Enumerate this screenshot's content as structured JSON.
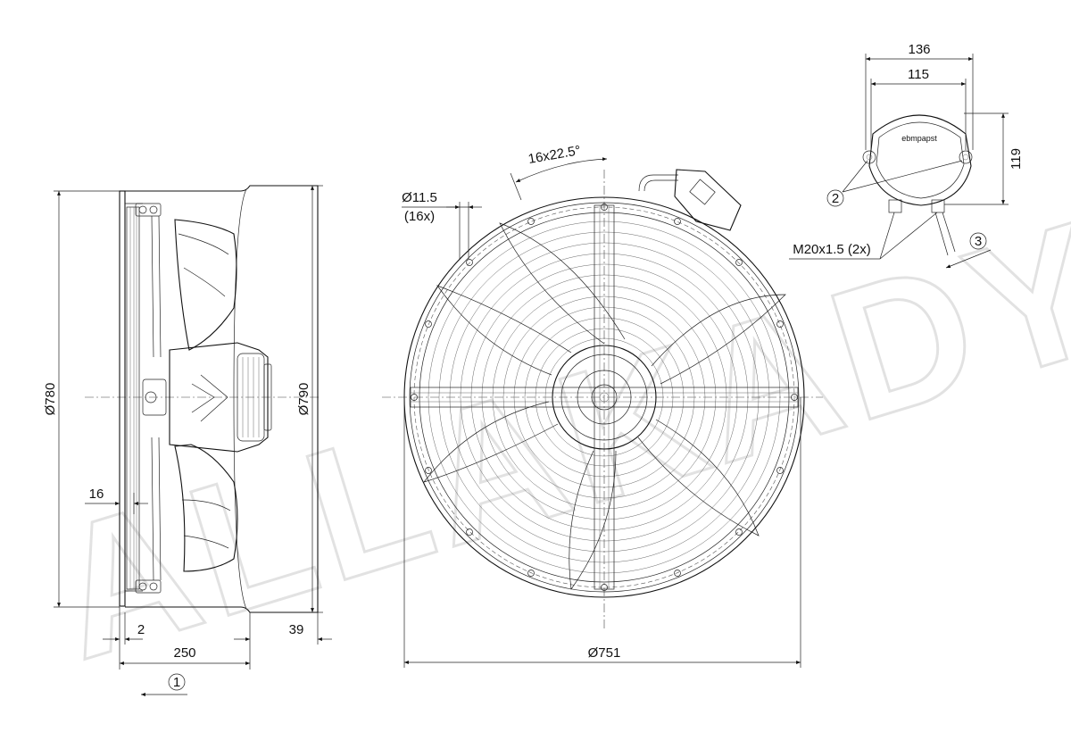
{
  "watermark": "ALLAKADY",
  "side_view": {
    "dims": {
      "d780": "Ø780",
      "d790": "Ø790",
      "d16": "16",
      "d2": "2",
      "d250": "250",
      "d39": "39"
    },
    "callout_1": "1"
  },
  "front_view": {
    "dims": {
      "d11": "Ø11.5",
      "holes": "(16x)",
      "angle": "16x22.5°",
      "d751": "Ø751"
    }
  },
  "terminal_box": {
    "dims": {
      "d136": "136",
      "d115": "115",
      "d119": "119"
    },
    "brand": "ebmpapst",
    "callout_2": "2",
    "callout_3": "3",
    "thread": "M20x1.5 (2x)"
  }
}
